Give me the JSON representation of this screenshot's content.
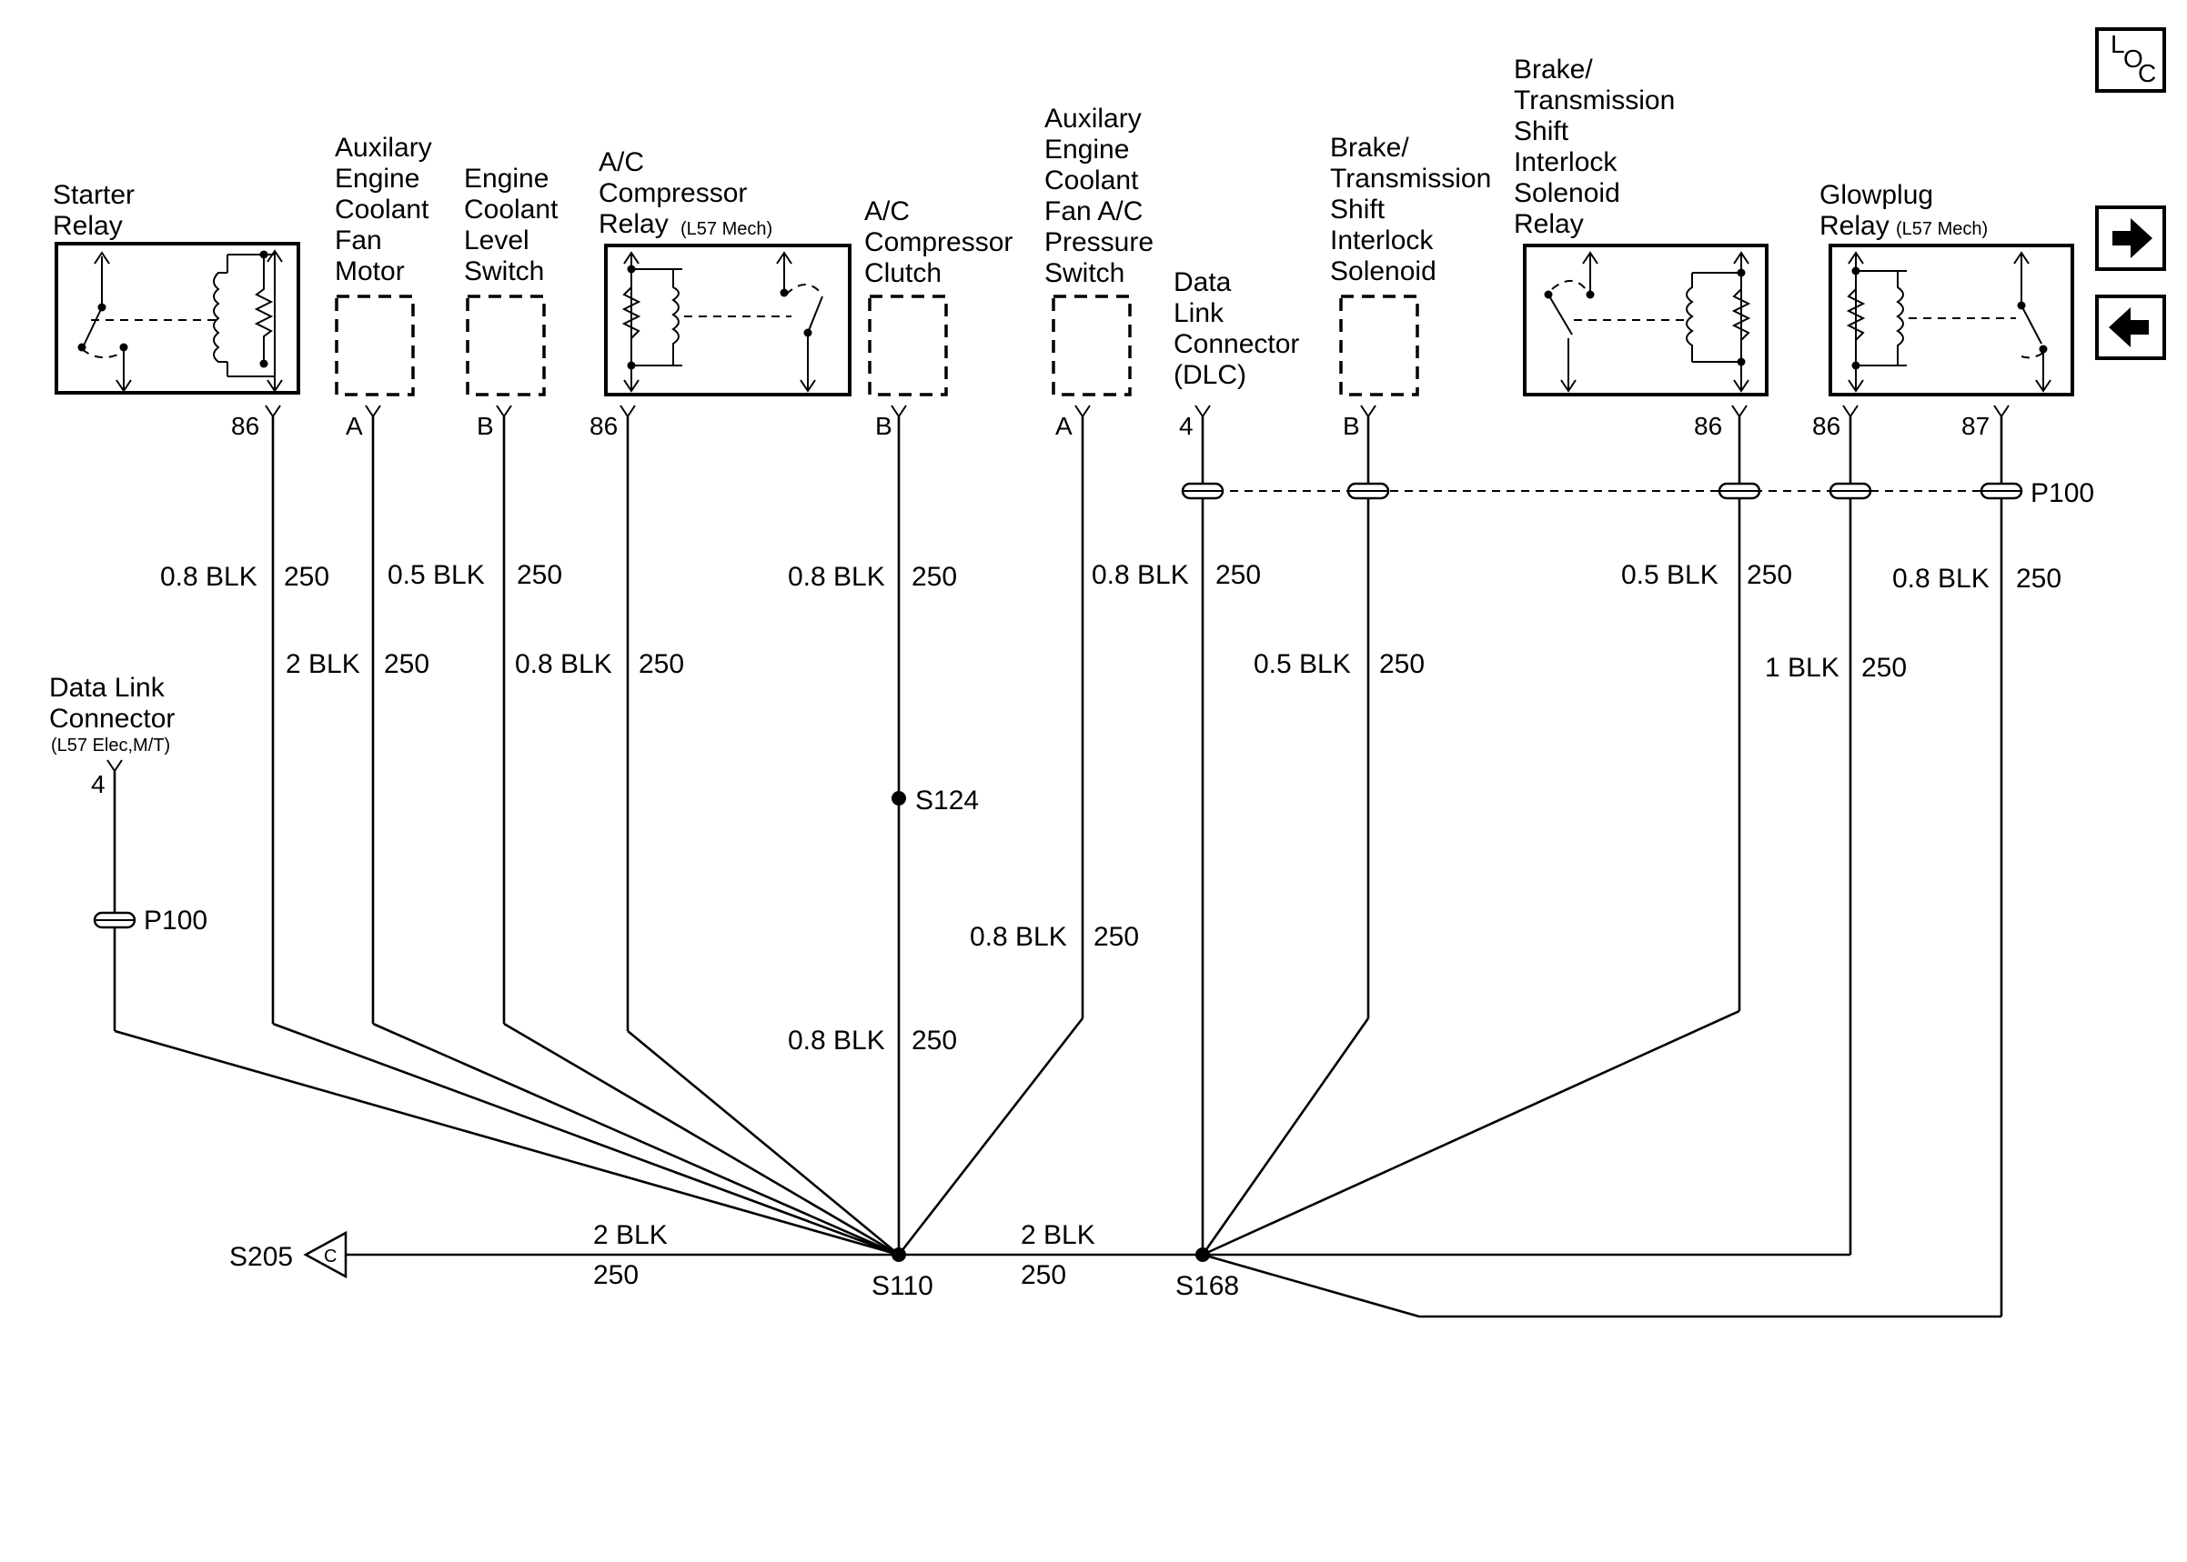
{
  "components": {
    "starter_relay": {
      "name": [
        "Starter",
        "Relay"
      ],
      "pin": "86"
    },
    "aux_fan_motor": {
      "name": [
        "Auxilary",
        "Engine",
        "Coolant",
        "Fan",
        "Motor"
      ],
      "pin": "A"
    },
    "coolant_level_switch": {
      "name": [
        "Engine",
        "Coolant",
        "Level",
        "Switch"
      ],
      "pin": "B"
    },
    "ac_comp_relay": {
      "name": [
        "A/C",
        "Compressor",
        "Relay"
      ],
      "sub": "(L57 Mech)",
      "pin": "86"
    },
    "ac_comp_clutch": {
      "name": [
        "A/C",
        "Compressor",
        "Clutch"
      ],
      "pin": "B"
    },
    "aux_fan_pressure_switch": {
      "name": [
        "Auxilary",
        "Engine",
        "Coolant",
        "Fan A/C",
        "Pressure",
        "Switch"
      ],
      "pin": "A"
    },
    "dlc": {
      "name": [
        "Data",
        "Link",
        "Connector",
        "(DLC)"
      ],
      "pin": "4"
    },
    "bts_solenoid": {
      "name": [
        "Brake/",
        "Transmission",
        "Shift",
        "Interlock",
        "Solenoid"
      ],
      "pin": "B"
    },
    "bts_relay": {
      "name": [
        "Brake/",
        "Transmission",
        "Shift",
        "Interlock",
        "Solenoid",
        "Relay"
      ],
      "pin": "86"
    },
    "glowplug_relay": {
      "name": [
        "Glowplug",
        "Relay"
      ],
      "sub": "(L57 Mech)",
      "pin86": "86",
      "pin87": "87"
    },
    "dlc_elec": {
      "name": [
        "Data Link",
        "Connector"
      ],
      "sub": "(L57 Elec,M/T)",
      "pin": "4"
    }
  },
  "wires": {
    "w1_upper": {
      "gauge": "0.8 BLK",
      "circuit": "250"
    },
    "w1_lower": {
      "gauge": "2 BLK",
      "circuit": "250"
    },
    "w2": {
      "gauge": "0.5 BLK",
      "circuit": "250"
    },
    "w3": {
      "gauge": "0.8 BLK",
      "circuit": "250"
    },
    "w5_upper": {
      "gauge": "0.8 BLK",
      "circuit": "250"
    },
    "w5_lower": {
      "gauge": "0.8 BLK",
      "circuit": "250"
    },
    "w6_upper": {
      "gauge": "0.8 BLK",
      "circuit": "250"
    },
    "w6_lower": {
      "gauge": "0.8 BLK",
      "circuit": "250"
    },
    "w8": {
      "gauge": "0.5 BLK",
      "circuit": "250"
    },
    "w9": {
      "gauge": "0.5 BLK",
      "circuit": "250"
    },
    "w10": {
      "gauge": "1 BLK",
      "circuit": "250"
    },
    "w11": {
      "gauge": "0.8 BLK",
      "circuit": "250"
    },
    "bus_left": {
      "gauge": "2 BLK",
      "circuit": "250"
    },
    "bus_mid": {
      "gauge": "2 BLK",
      "circuit": "250"
    }
  },
  "splices": {
    "s110": "S110",
    "s124": "S124",
    "s168": "S168",
    "s205": "S205"
  },
  "connectors": {
    "p100_left": "P100",
    "p100_right": "P100"
  },
  "ground_letter": "C",
  "loc_icon": {
    "l": "L",
    "o": "O",
    "c": "C"
  },
  "nav": {
    "next": "right-arrow-icon",
    "prev": "left-arrow-icon"
  }
}
